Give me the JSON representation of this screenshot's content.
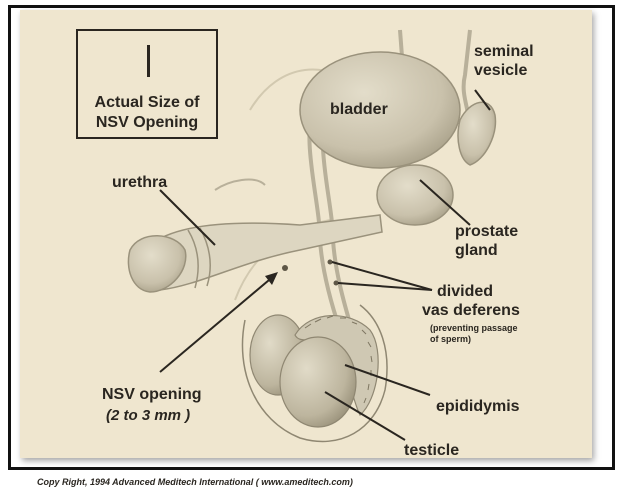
{
  "size_box": {
    "line1": "Actual Size of",
    "line2": "NSV Opening"
  },
  "labels": {
    "seminal_vesicle_1": "seminal",
    "seminal_vesicle_2": "vesicle",
    "bladder": "bladder",
    "urethra": "urethra",
    "prostate_1": "prostate",
    "prostate_2": "gland",
    "vas_1": "divided",
    "vas_2": "vas deferens",
    "vas_note_1": "(preventing passage",
    "vas_note_2": "of sperm)",
    "nsv_opening": "NSV opening",
    "nsv_size": "(2 to 3 mm )",
    "epididymis": "epididymis",
    "testicle": "testicle"
  },
  "copyright": "Copy Right, 1994 Advanced Meditech International ( www.ameditech.com)",
  "colors": {
    "paper": "#efe6cf",
    "ink": "#2a2620",
    "organ": "#d3ccb8",
    "organ_dark": "#b9b19b"
  }
}
